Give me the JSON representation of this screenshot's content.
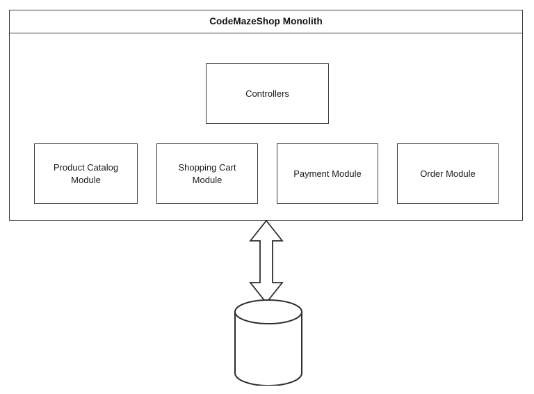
{
  "diagram": {
    "type": "architecture-diagram",
    "background_color": "#ffffff",
    "stroke_color": "#3c3c3c",
    "text_color": "#1a1a1a",
    "monolith": {
      "title": "CodeMazeShop Monolith",
      "controllers": {
        "label": "Controllers"
      },
      "modules": [
        {
          "label": "Product Catalog\nModule"
        },
        {
          "label": "Shopping Cart\nModule"
        },
        {
          "label": "Payment Module"
        },
        {
          "label": "Order Module"
        }
      ]
    },
    "connector": {
      "kind": "double-headed-vertical-arrow",
      "from": "CodeMazeShop Monolith",
      "to": "Database"
    },
    "database": {
      "kind": "cylinder",
      "label": ""
    }
  }
}
